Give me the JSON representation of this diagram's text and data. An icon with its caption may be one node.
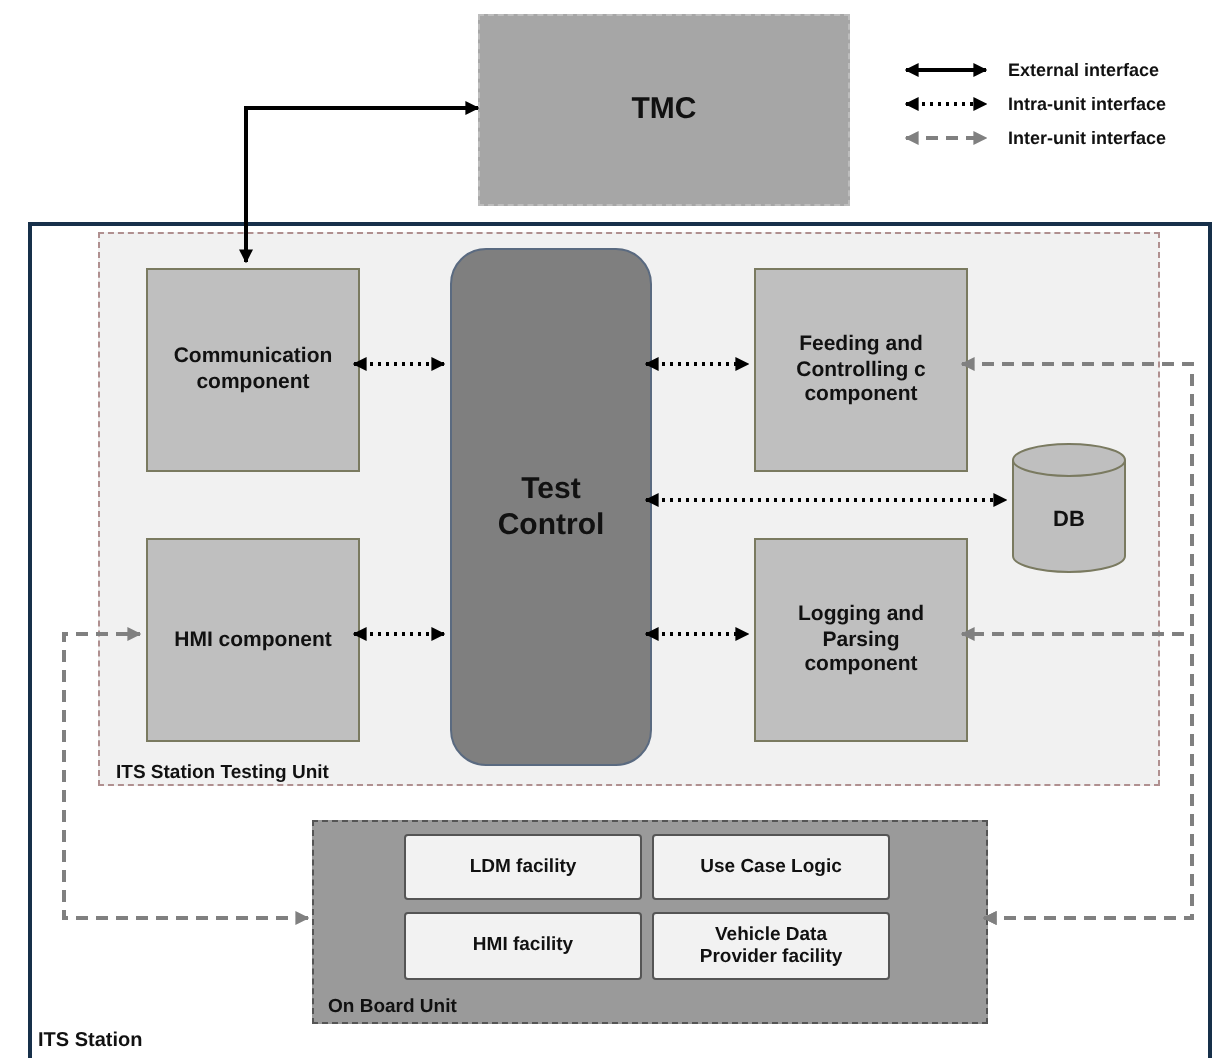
{
  "diagram": {
    "nodes": [
      {
        "text": [
          "TMC"
        ]
      },
      {
        "text": [
          "ITS Station"
        ]
      },
      {
        "text": [
          "ITS Station Testing Unit"
        ],
        "in": 1
      },
      {
        "text": [
          "Communication component"
        ],
        "in": 2
      },
      {
        "text": [
          "Test Control"
        ],
        "in": 2
      },
      {
        "text": [
          "Feeding and Controlling c component"
        ],
        "in": 2
      },
      {
        "text": [
          "DB"
        ],
        "in": 2
      },
      {
        "text": [
          "HMI component"
        ],
        "in": 2
      },
      {
        "text": [
          "Logging and Parsing component"
        ],
        "in": 2
      },
      {
        "text": [
          "On Board Unit"
        ],
        "in": 1
      },
      {
        "text": [
          "LDM facility"
        ],
        "in": 9
      },
      {
        "text": [
          "Use Case Logic"
        ],
        "in": 9
      },
      {
        "text": [
          "HMI facility"
        ],
        "in": 9
      },
      {
        "text": [
          "Vehicle Data Provider facility"
        ],
        "in": 9
      }
    ],
    "edges": [
      {
        "from": 3,
        "to": 0,
        "arrow": "both"
      },
      {
        "from": 3,
        "to": 4,
        "arrow": "both",
        "style": "dashed"
      },
      {
        "from": 4,
        "to": 5,
        "arrow": "both",
        "style": "dashed"
      },
      {
        "from": 4,
        "to": 6,
        "arrow": "both",
        "style": "dashed"
      },
      {
        "from": 7,
        "to": 4,
        "arrow": "both",
        "style": "dashed"
      },
      {
        "from": 4,
        "to": 8,
        "arrow": "both",
        "style": "dashed"
      },
      {
        "from": 9,
        "to": 7,
        "arrow": "both",
        "style": "dashed",
        "color": "#808080"
      },
      {
        "from": 9,
        "to": 5,
        "arrow": "both",
        "style": "dashed",
        "color": "#808080"
      },
      {
        "from": 9,
        "to": 8,
        "arrow": "both",
        "style": "dashed",
        "color": "#808080"
      }
    ],
    "legend": [
      {
        "text": "External interface"
      },
      {
        "text": "Intra-unit interface"
      },
      {
        "text": "Inter-unit interface"
      }
    ]
  }
}
